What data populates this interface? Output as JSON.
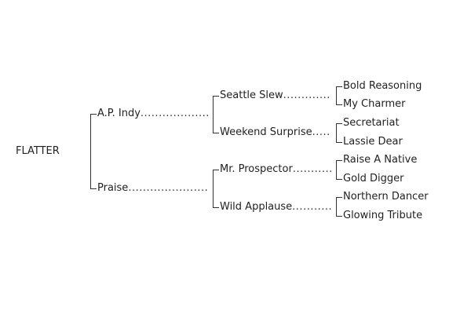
{
  "horse": "FLATTER",
  "sire": {
    "name": "A.P. Indy",
    "sire": {
      "name": "Seattle Slew",
      "sire": {
        "name": "Bold Reasoning"
      },
      "dam": {
        "name": "My Charmer"
      }
    },
    "dam": {
      "name": "Weekend Surprise",
      "sire": {
        "name": "Secretariat"
      },
      "dam": {
        "name": "Lassie Dear"
      }
    }
  },
  "dam": {
    "name": "Praise",
    "sire": {
      "name": "Mr. Prospector",
      "sire": {
        "name": "Raise A Native"
      },
      "dam": {
        "name": "Gold Digger"
      }
    },
    "dam": {
      "name": "Wild Applause",
      "sire": {
        "name": "Northern Dancer"
      },
      "dam": {
        "name": "Glowing Tribute"
      }
    }
  },
  "colors": {
    "line": "#333333",
    "text": "#222222"
  }
}
